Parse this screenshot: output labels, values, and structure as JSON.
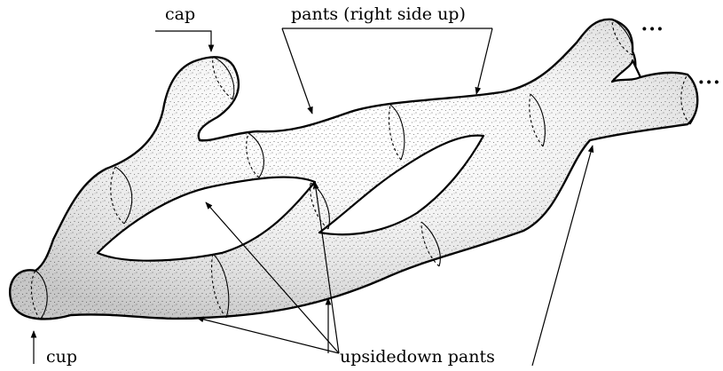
{
  "labels": {
    "cap": "cap",
    "pants_right": "pants (right side up)",
    "cup": "cup",
    "upsidedown": "upsidedown pants",
    "ellipsis_top": "⋅⋅⋅",
    "ellipsis_right": "⋅⋅⋅"
  }
}
